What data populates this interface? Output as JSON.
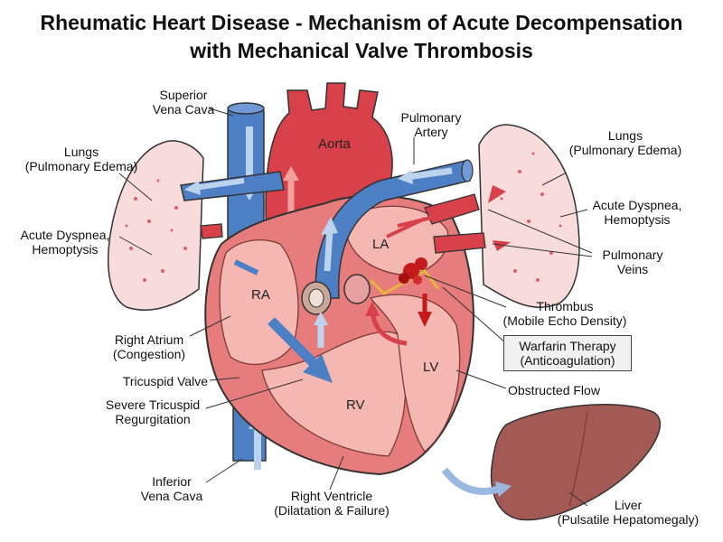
{
  "title": {
    "line1": "Rheumatic Heart Disease - Mechanism of Acute Decompensation",
    "line2": "with Mechanical Valve Thrombosis"
  },
  "chambers": {
    "aorta": "Aorta",
    "la": "LA",
    "ra": "RA",
    "lv": "LV",
    "rv": "RV"
  },
  "labels": {
    "superior_vena_cava": [
      "Superior",
      "Vena Cava"
    ],
    "lungs_left": [
      "Lungs",
      "(Pulmonary Edema)"
    ],
    "dyspnea_left": [
      "Acute Dyspnea,",
      "Hemoptysis"
    ],
    "right_atrium": [
      "Right Atrium",
      "(Congestion)"
    ],
    "tricuspid_valve": "Tricuspid Valve",
    "tricuspid_regurg": [
      "Severe Tricuspid",
      "Regurgitation"
    ],
    "inferior_vena_cava": [
      "Inferior",
      "Vena Cava"
    ],
    "right_ventricle": [
      "Right Ventricle",
      "(Dilatation & Failure)"
    ],
    "pulmonary_artery": [
      "Pulmonary",
      "Artery"
    ],
    "lungs_right": [
      "Lungs",
      "(Pulmonary Edema)"
    ],
    "dyspnea_right": [
      "Acute Dyspnea,",
      "Hemoptysis"
    ],
    "pulmonary_veins": [
      "Pulmonary",
      "Veins"
    ],
    "thrombus": [
      "Thrombus",
      "(Mobile Echo Density)"
    ],
    "warfarin": [
      "Warfarin Therapy",
      "(Anticoagulation)"
    ],
    "obstructed_flow": "Obstructed Flow",
    "liver": [
      "Liver",
      "(Pulsatile Hepatomegaly)"
    ]
  },
  "colors": {
    "heart": "#e77c7c",
    "heart_light": "#f4b7b2",
    "vein_blue": "#4d7fc4",
    "artery_red": "#d8414a",
    "lung": "#f8dcdc",
    "liver": "#a45a54",
    "thrombus": "#c41a1a"
  }
}
